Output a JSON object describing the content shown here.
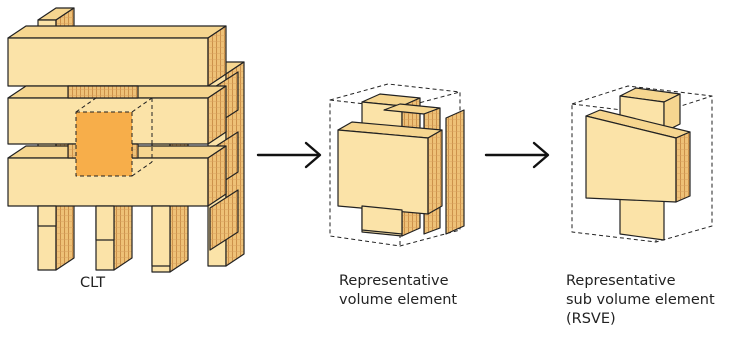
{
  "captions": {
    "clt": "CLT",
    "rve": "Representative\nvolume element",
    "rsve": "Representative\nsub volume element\n(RSVE)"
  },
  "colors": {
    "board_face": "#fbe3a8",
    "board_top": "#f6d690",
    "board_end": "#eec177",
    "grain": "#d49a52",
    "highlight": "#f7ae4a",
    "outline": "#222222"
  },
  "icons": [
    "arrow-right-icon",
    "arrow-right-icon"
  ]
}
